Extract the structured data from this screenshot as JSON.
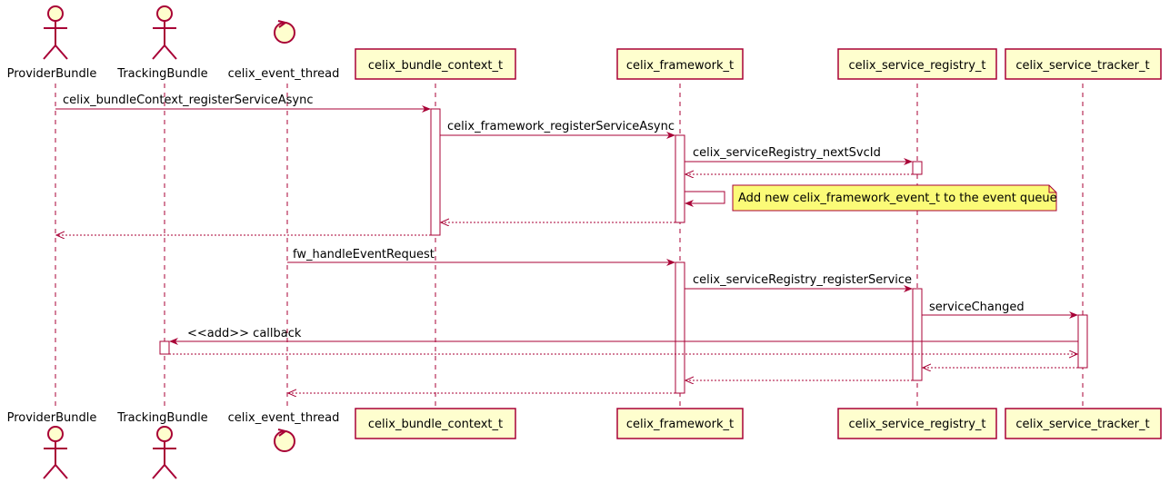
{
  "participants": {
    "provider_bundle": "ProviderBundle",
    "tracking_bundle": "TrackingBundle",
    "event_thread": "celix_event_thread",
    "bundle_context": "celix_bundle_context_t",
    "framework": "celix_framework_t",
    "service_registry": "celix_service_registry_t",
    "service_tracker": "celix_service_tracker_t"
  },
  "messages": {
    "register_service_async": "celix_bundleContext_registerServiceAsync",
    "framework_register_service_async": "celix_framework_registerServiceAsync",
    "next_svc_id": "celix_serviceRegistry_nextSvcId",
    "handle_event_request": "fw_handleEventRequest",
    "register_service": "celix_serviceRegistry_registerService",
    "service_changed": "serviceChanged",
    "add_callback": "<<add>> callback"
  },
  "notes": {
    "event_queue_note": "Add new celix_framework_event_t to the event queue"
  },
  "colors": {
    "line": "#A80036",
    "participant_fill": "#FEFECE",
    "note_fill": "#FBFB77"
  }
}
